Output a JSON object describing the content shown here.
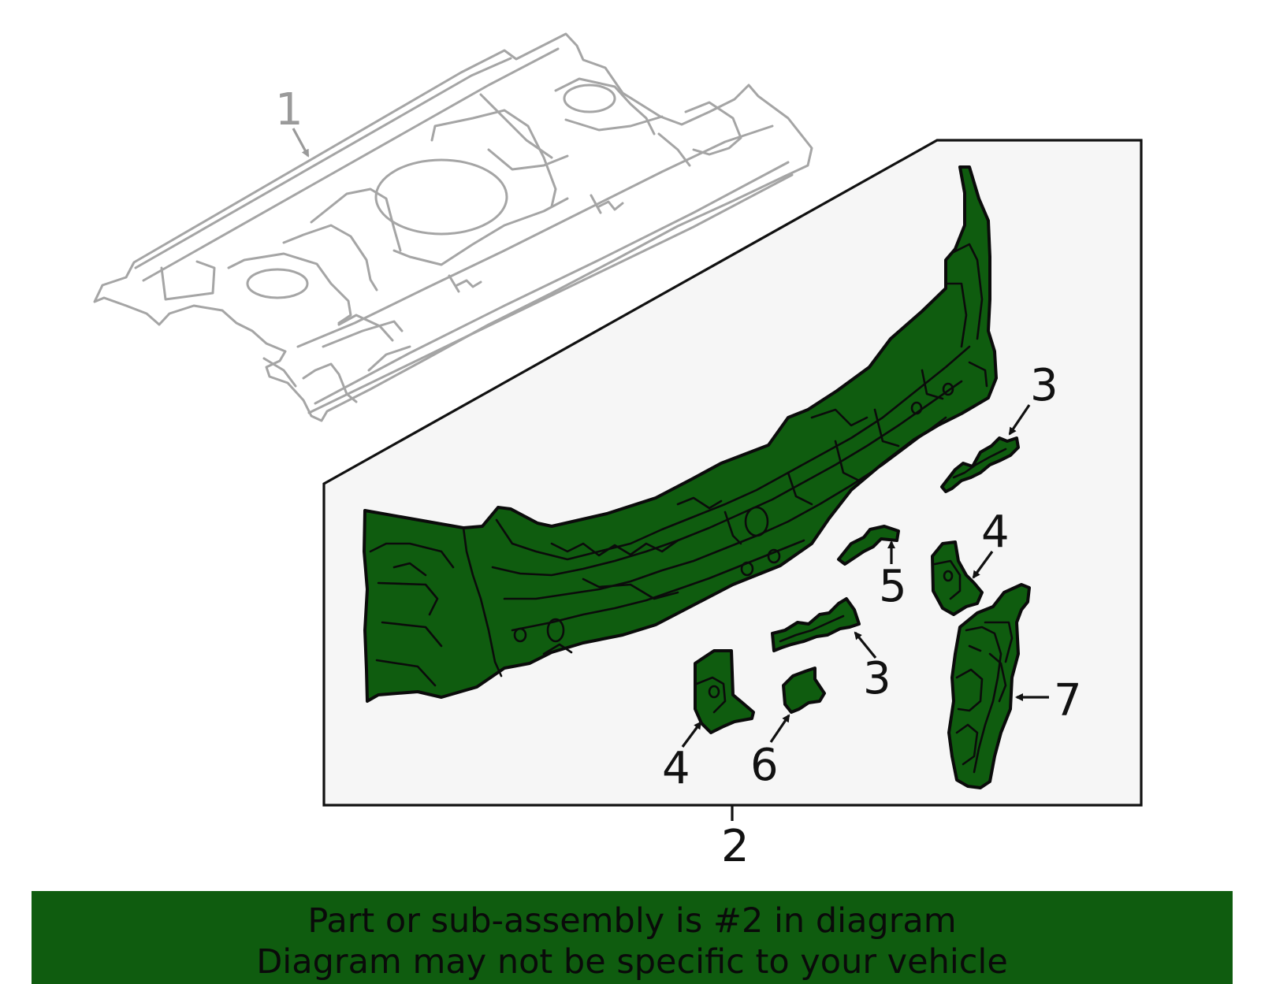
{
  "callouts": {
    "part1": "1",
    "part2": "2",
    "part3_top": "3",
    "part3_bottom": "3",
    "part4_right": "4",
    "part4_left": "4",
    "part5": "5",
    "part6": "6",
    "part7": "7"
  },
  "banner": {
    "line1": "Part or sub-assembly is #2 in diagram",
    "line2": "Diagram may not be specific to your vehicle"
  },
  "colors": {
    "highlight": "#0f5c0f",
    "unselected_outline": "#a5a5a5",
    "inset_background": "#f6f6f6"
  }
}
